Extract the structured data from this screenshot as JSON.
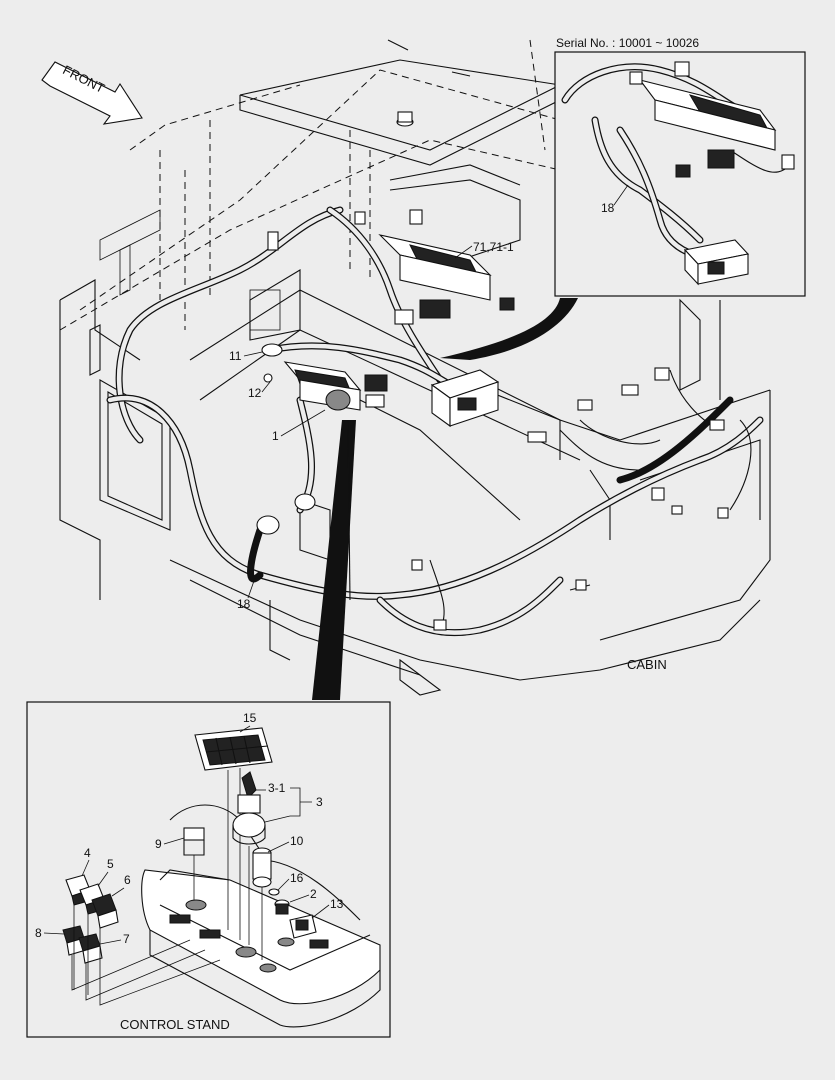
{
  "serial_note": "Serial No. : 10001 ~ 10026",
  "front_label": "FRONT",
  "cabin_caption": "CABIN",
  "control_stand_caption": "CONTROL STAND",
  "callouts": {
    "c71": "71,71-1",
    "c18_inset": "18",
    "c11": "11",
    "c12": "12",
    "c1": "1",
    "c18_main": "18",
    "c15": "15",
    "c3_1": "3-1",
    "c3": "3",
    "c9": "9",
    "c10": "10",
    "c16": "16",
    "c2": "2",
    "c13": "13",
    "c4": "4",
    "c5": "5",
    "c6": "6",
    "c8": "8",
    "c7": "7"
  }
}
